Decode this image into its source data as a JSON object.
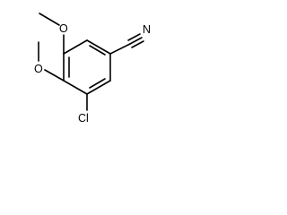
{
  "molecule": {
    "labels": {
      "oxygen_top": "O",
      "oxygen_left": "O",
      "chlorine": "Cl",
      "nitrogen": "N"
    },
    "colors": {
      "bond": "#000000",
      "text": "#000000",
      "background": "#ffffff"
    }
  }
}
